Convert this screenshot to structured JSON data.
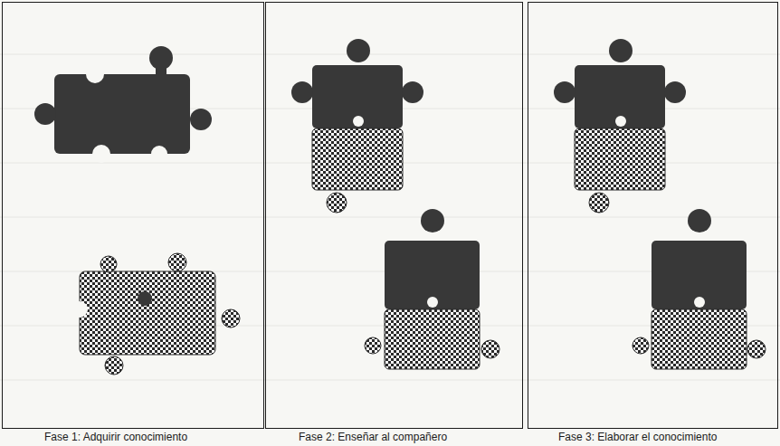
{
  "diagram": {
    "nodes": [
      {
        "text": [
          "Fase 1: Adquirir conocimiento"
        ]
      },
      {
        "text": [
          "Fase 2: Enseñar al compañero"
        ]
      },
      {
        "text": [
          "Fase 3: Elaborar el conocimiento"
        ]
      }
    ]
  }
}
